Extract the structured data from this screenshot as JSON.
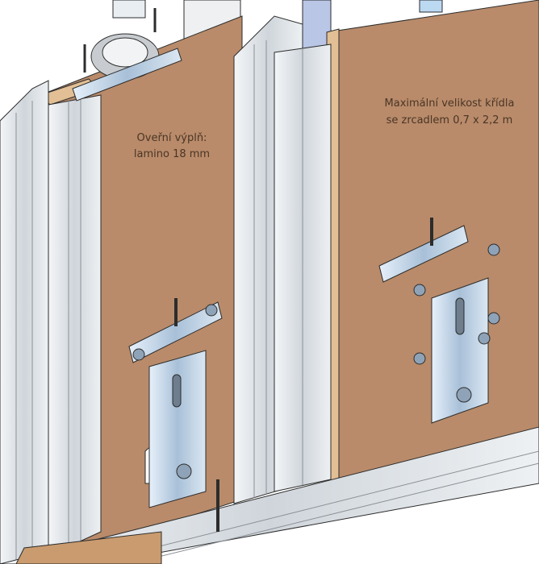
{
  "labels": {
    "infill_line1": "Oveřní výplň:",
    "infill_line2": "lamino 18 mm",
    "max_size_line1": "Maximální velikost křídla",
    "max_size_line2": "se zrcadlem 0,7 x 2,2 m"
  },
  "colors": {
    "wood": "#b98b6a",
    "wood_edge": "#e2bf94",
    "aluminium": "#dde1e5",
    "aluminium_dark": "#a9b0b7",
    "steel": "#b8cfe6",
    "outline": "#2c2c2c"
  }
}
